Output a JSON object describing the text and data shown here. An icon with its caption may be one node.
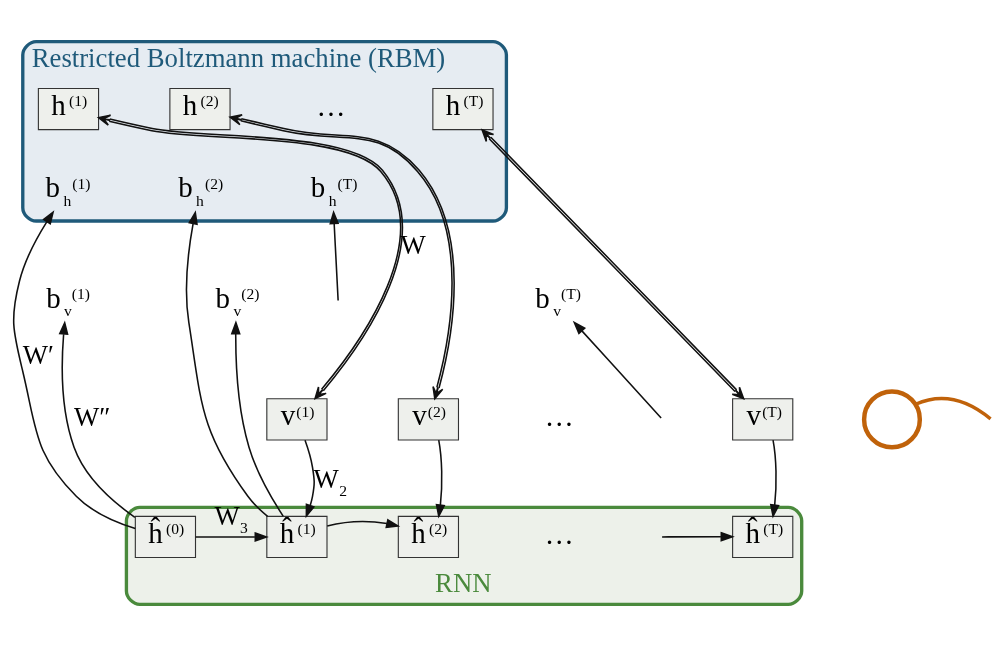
{
  "diagram": {
    "nodes": [
      {
        "text": [
          "Restricted Boltzmann machine (RBM)"
        ]
      },
      {
        "text": [
          "h$^{(1)}$"
        ],
        "in": 0
      },
      {
        "text": [
          "h$^{(2)}$"
        ],
        "in": 0
      },
      {
        "text": [
          "h$^{(T)}$"
        ],
        "in": 0
      },
      {
        "text": [
          "b$_{h}$$^{(1)}$"
        ],
        "in": 0
      },
      {
        "text": [
          "b$_{h}$$^{(2)}$"
        ],
        "in": 0
      },
      {
        "text": [
          "b$_{h}$$^{(T)}$"
        ],
        "in": 0
      },
      {
        "text": [
          "b$_{v}$$^{(1)}$"
        ]
      },
      {
        "text": [
          "b$_{v}$$^{(2)}$"
        ]
      },
      {
        "text": [
          "b$_{v}$$^{(T)}$"
        ]
      },
      {
        "text": [
          "v$^{(1)}$"
        ]
      },
      {
        "text": [
          "v$^{(2)}$"
        ]
      },
      {
        "text": [
          "v$^{(T)}$"
        ]
      },
      {
        "text": [],
        "shape": "circle"
      },
      {
        "text": [
          "RNN"
        ]
      },
      {
        "text": [
          "ĥ$^{(0)}$"
        ],
        "in": 14
      },
      {
        "text": [
          "ĥ$^{(1)}$"
        ],
        "in": 14
      },
      {
        "text": [
          "ĥ$^{(2)}$"
        ],
        "in": 14
      },
      {
        "text": [
          "ĥ$^{(T)}$"
        ],
        "in": 14
      }
    ],
    "edges": [
      {
        "from": 15,
        "to": 4,
        "arrow": "to",
        "label": "W′"
      },
      {
        "from": 15,
        "to": 7,
        "arrow": "to",
        "label": "W″"
      },
      {
        "from": 15,
        "to": 16,
        "arrow": "to",
        "label": "W$_{3}$"
      },
      {
        "from": 1,
        "to": 10,
        "arrow": "both",
        "label": "W"
      },
      {
        "from": 10,
        "to": 16,
        "arrow": "to",
        "label": "W$_{2}$"
      },
      {
        "from": 16,
        "to": 5,
        "arrow": "to"
      },
      {
        "from": 16,
        "to": 8,
        "arrow": "to"
      },
      {
        "from": 16,
        "to": 17,
        "arrow": "to"
      },
      {
        "from": 2,
        "to": 11,
        "arrow": "both"
      },
      {
        "from": 11,
        "to": 17,
        "arrow": "to"
      },
      {
        "from": null,
        "to": 6,
        "arrow": "to"
      },
      {
        "from": null,
        "to": 9,
        "arrow": "to"
      },
      {
        "from": null,
        "to": 18,
        "arrow": "to"
      },
      {
        "from": 3,
        "to": 12,
        "arrow": "both"
      },
      {
        "from": 12,
        "to": 18,
        "arrow": "to"
      },
      {
        "from": 13,
        "to": null,
        "arrow": "none",
        "style": "thick",
        "color": "#c0620a"
      }
    ],
    "labels": [
      "…",
      "…",
      "…"
    ]
  }
}
